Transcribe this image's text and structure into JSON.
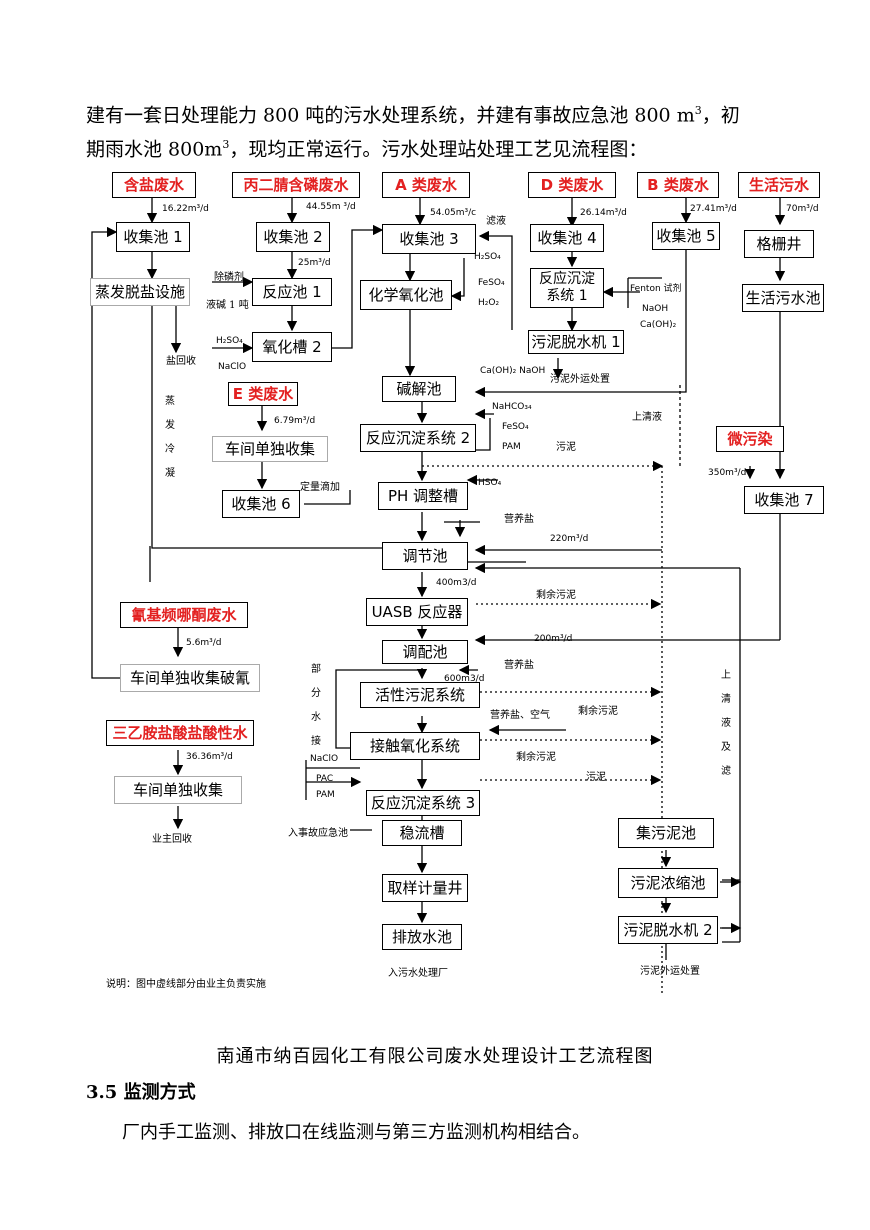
{
  "intro": {
    "line1_a": "建有一套日处理能力 800 吨的污水处理系统，并建有事故应急池 800 m",
    "line1_sup": "3",
    "line1_b": "，初",
    "line2_a": "期雨水池 800m",
    "line2_sup": "3",
    "line2_b": "，现均正常运行。污水处理站处理工艺见流程图："
  },
  "sources": {
    "salt": "含盐废水",
    "malononitrile": "丙二腈含磷废水",
    "A": "A 类废水",
    "D": "D 类废水",
    "B": "B 类废水",
    "domestic": "生活污水",
    "E": "E 类废水",
    "micro": "微污染",
    "cyano": "氰基频哪酮废水",
    "triethylamine": "三乙胺盐酸盐酸性水"
  },
  "units": {
    "col1": "收集池 1",
    "evap": "蒸发脱盐设施",
    "col2": "收集池 2",
    "react1": "反应池 1",
    "oxtank2": "氧化槽 2",
    "col3": "收集池 3",
    "chemox": "化学氧化池",
    "col4": "收集池 4",
    "sed1": "反应沉淀\n系统 1",
    "dew1": "污泥脱水机 1",
    "col5": "收集池 5",
    "grid": "格栅井",
    "domtank": "生活污水池",
    "alk": "碱解池",
    "sed2": "反应沉淀系统 2",
    "ph": "PH 调整槽",
    "wsE": "车间单独收集",
    "col6": "收集池 6",
    "col7": "收集池 7",
    "eq": "调节池",
    "uasb": "UASB 反应器",
    "mix": "调配池",
    "asludge": "活性污泥系统",
    "contact": "接触氧化系统",
    "sed3": "反应沉淀系统 3",
    "stab": "稳流槽",
    "sampling": "取样计量井",
    "discharge": "排放水池",
    "cyanodest": "车间单独收集破氰",
    "wsTri": "车间单独收集",
    "sludgecol": "集污泥池",
    "thick": "污泥浓缩池",
    "dew2": "污泥脱水机 2"
  },
  "labels": {
    "f_salt": "16.22m³/d",
    "f_mal": "44.55m ³/d",
    "f_A": "54.05m³/c",
    "filtrate": "滤液",
    "f_D": "26.14m³/d",
    "f_B": "27.41m³/d",
    "f_dom": "70m³/d",
    "f_25": "25m³/d",
    "dephos": "除磷剂",
    "lye": "液碱 1 吨",
    "h2so4_a": "H₂SO₄",
    "naclo_a": "NaClO",
    "h2so4_b": "H₂SO₄",
    "feso4_a": "FeSO₄",
    "h2o2": "H₂O₂",
    "fenton": "Fenton 试剂",
    "naoh_a": "NaOH",
    "caoh_a": "Ca(OH)₂",
    "saltrec": "盐回收",
    "evapcond": "蒸发冷凝",
    "caoh_naoh": "Ca(OH)₂ NaOH",
    "sludgeout1": "污泥外运处置",
    "supernatant": "上清液",
    "f_E": "6.79m³/d",
    "nahco3": "NaHCO₃₄",
    "feso4_b": "FeSO₄",
    "pam_a": "PAM",
    "sludge1": "污泥",
    "f_350": "350m³/d",
    "dose": "定量滴加",
    "hso4": "HSO₄",
    "nutrient1": "营养盐",
    "f_220": "220m³/d",
    "f_400": "400m3/d",
    "excess1": "剩余污泥",
    "f_200": "200m³/d",
    "nutrient2": "营养盐",
    "f_600": "600m3/d",
    "partwater": "部分水接",
    "nutrient_air": "营养盐、空气",
    "excess2": "剩余污泥",
    "excess3": "剩余污泥",
    "naclo_b": "NaClO",
    "pac": "PAC",
    "pam_b": "PAM",
    "sludge2": "污泥",
    "supfilt": "上清液及滤",
    "emergency": "入事故应急池",
    "to_plant": "入污水处理厂",
    "sludgeout2": "污泥外运处置",
    "f_cyano": "5.6m³/d",
    "f_tri": "36.36m³/d",
    "owner": "业主回收",
    "note": "说明：图中虚线部分由业主负责实施"
  },
  "caption": "南通市纳百园化工有限公司废水处理设计工艺流程图",
  "section_heading": "3.5 监测方式",
  "section_body": "厂内手工监测、排放口在线监测与第三方监测机构相结合。"
}
